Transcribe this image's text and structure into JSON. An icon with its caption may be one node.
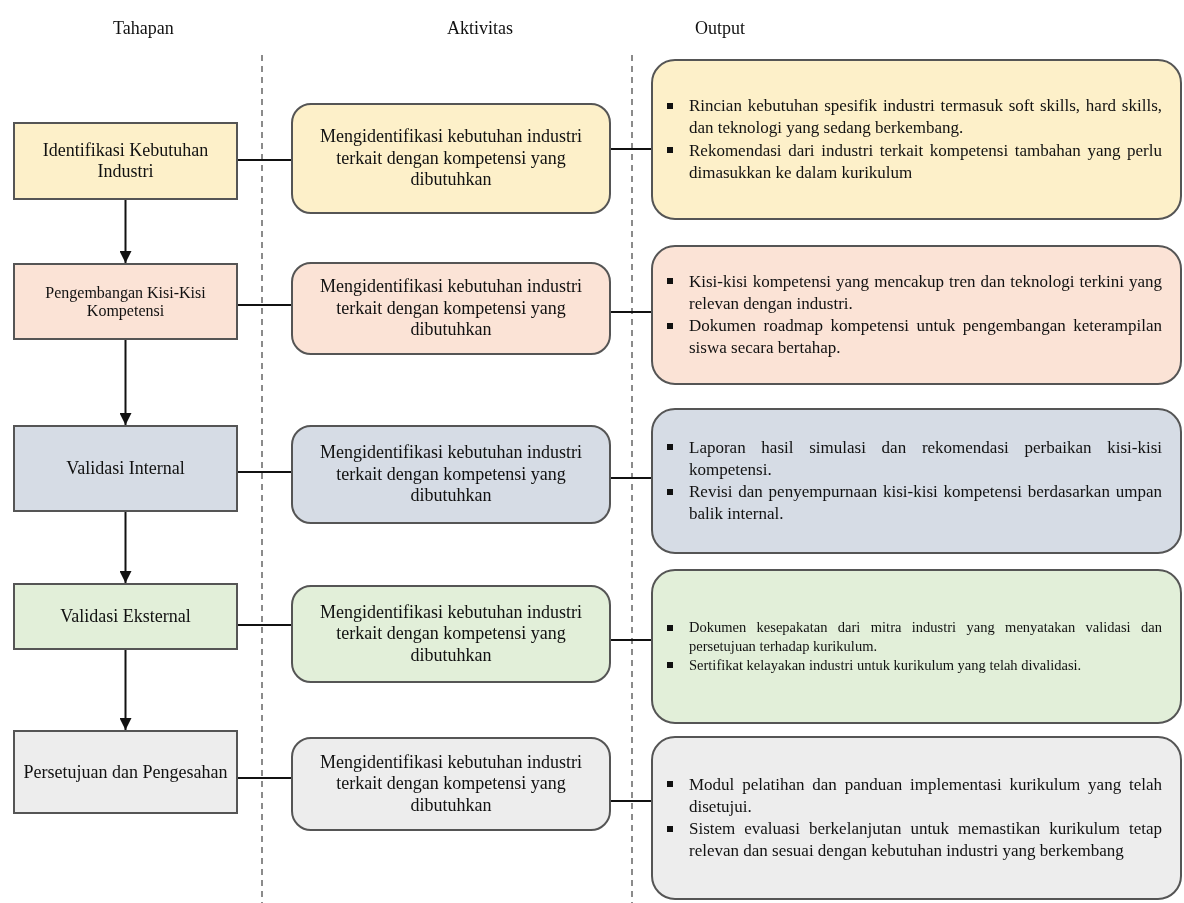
{
  "diagram": {
    "nodes": [
      {
        "text": [
          "Identifikasi Kebutuhan Industri"
        ]
      },
      {
        "text": [
          "Pengembangan Kisi-Kisi Kompetensi"
        ]
      },
      {
        "text": [
          "Validasi Internal"
        ]
      },
      {
        "text": [
          "Validasi Eksternal"
        ]
      },
      {
        "text": [
          "Persetujuan dan Pengesahan"
        ]
      },
      {
        "text": [
          "Mengidentifikasi kebutuhan industri terkait dengan kompetensi yang dibutuhkan"
        ]
      },
      {
        "text": [
          "Mengidentifikasi kebutuhan industri terkait dengan kompetensi yang dibutuhkan"
        ]
      },
      {
        "text": [
          "Mengidentifikasi kebutuhan industri terkait dengan kompetensi yang dibutuhkan"
        ]
      },
      {
        "text": [
          "Mengidentifikasi kebutuhan industri terkait dengan kompetensi yang dibutuhkan"
        ]
      },
      {
        "text": [
          "Mengidentifikasi kebutuhan industri terkait dengan kompetensi yang dibutuhkan"
        ]
      },
      {
        "text": [
          "Rincian kebutuhan spesifik industri termasuk soft skills, hard skills, dan teknologi yang sedang berkembang.",
          "Rekomendasi dari industri terkait kompetensi tambahan yang perlu dimasukkan ke dalam kurikulum"
        ]
      },
      {
        "text": [
          "Kisi-kisi kompetensi yang mencakup tren dan teknologi terkini yang relevan dengan industri.",
          "Dokumen roadmap kompetensi untuk pengembangan keterampilan siswa secara bertahap."
        ]
      },
      {
        "text": [
          "Laporan hasil simulasi dan rekomendasi perbaikan kisi-kisi kompetensi.",
          "Revisi dan penyempurnaan kisi-kisi kompetensi berdasarkan umpan balik internal."
        ]
      },
      {
        "text": [
          "Dokumen kesepakatan dari mitra industri yang menyatakan validasi dan persetujuan terhadap kurikulum.",
          "Sertifikat kelayakan industri untuk kurikulum yang telah divalidasi."
        ]
      },
      {
        "text": [
          "Modul pelatihan dan panduan implementasi kurikulum yang telah disetujui.",
          "Sistem evaluasi berkelanjutan untuk memastikan kurikulum tetap relevan dan sesuai dengan kebutuhan industri yang berkembang"
        ]
      }
    ],
    "edges": [
      {
        "from": 0,
        "to": 1,
        "arrow": "to"
      },
      {
        "from": 1,
        "to": 2,
        "arrow": "to"
      },
      {
        "from": 2,
        "to": 3,
        "arrow": "to"
      },
      {
        "from": 3,
        "to": 4,
        "arrow": "to"
      },
      {
        "from": 0,
        "to": 5,
        "arrow": "none"
      },
      {
        "from": 1,
        "to": 6,
        "arrow": "none"
      },
      {
        "from": 2,
        "to": 7,
        "arrow": "none"
      },
      {
        "from": 3,
        "to": 8,
        "arrow": "none"
      },
      {
        "from": 4,
        "to": 9,
        "arrow": "none"
      },
      {
        "from": 5,
        "to": 10,
        "arrow": "none"
      },
      {
        "from": 6,
        "to": 11,
        "arrow": "none"
      },
      {
        "from": 7,
        "to": 12,
        "arrow": "none"
      },
      {
        "from": 8,
        "to": 13,
        "arrow": "none"
      },
      {
        "from": 9,
        "to": 14,
        "arrow": "none"
      }
    ],
    "labels": [
      "Tahapan",
      "Aktivitas",
      "Output"
    ]
  }
}
